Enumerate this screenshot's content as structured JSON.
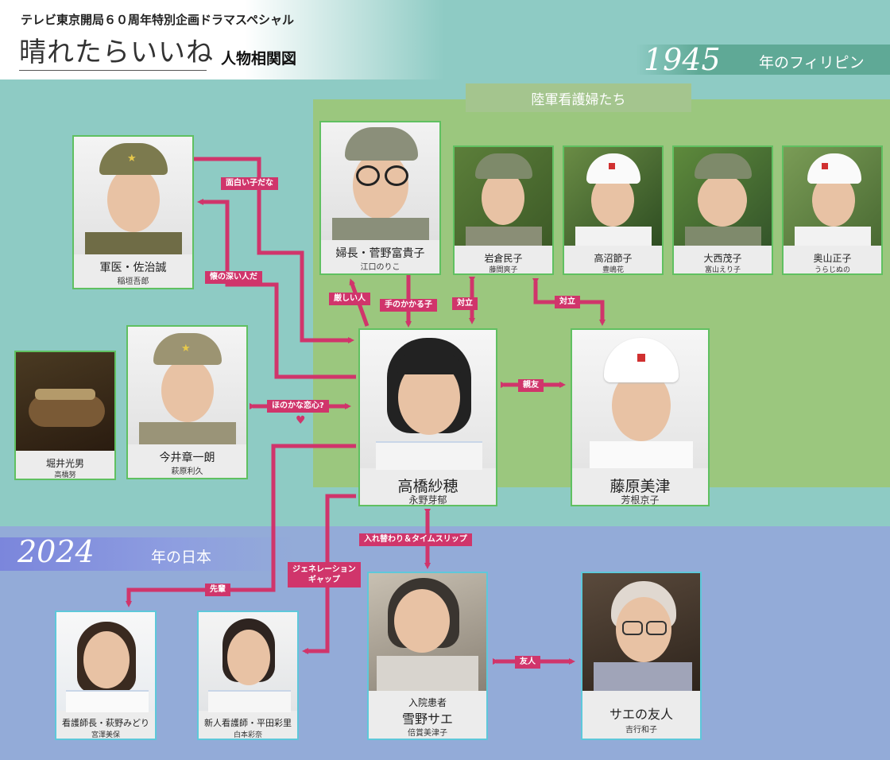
{
  "header": {
    "subtitle": "テレビ東京開局６０周年特別企画ドラマスペシャル",
    "title": "晴れたらいいね",
    "diagram_label": "人物相関図"
  },
  "eras": {
    "e1945": {
      "year": "1945",
      "text": "年のフィリピン"
    },
    "e2024": {
      "year": "2024",
      "text": "年の日本"
    }
  },
  "groups": {
    "army_nurses": "陸軍看護婦たち"
  },
  "characters": {
    "sata": {
      "role": "軍医・佐治誠",
      "actor": "稲垣吾郎"
    },
    "sugano": {
      "role": "婦長・菅野富貴子",
      "actor": "江口のりこ"
    },
    "iwakura": {
      "role": "岩倉民子",
      "actor": "藤間爽子"
    },
    "takanuma": {
      "role": "高沼節子",
      "actor": "豊嶋花"
    },
    "onishi": {
      "role": "大西茂子",
      "actor": "富山えり子"
    },
    "okuyama": {
      "role": "奥山正子",
      "actor": "うらじぬの"
    },
    "horii": {
      "role": "堀井光男",
      "actor": "高橋努"
    },
    "imai": {
      "role": "今井章一朗",
      "actor": "萩原利久"
    },
    "takahashi": {
      "role": "高橋紗穂",
      "actor": "永野芽郁"
    },
    "fujiwara": {
      "role": "藤原美津",
      "actor": "芳根京子"
    },
    "hagino": {
      "role": "看護師長・萩野みどり",
      "actor": "宮澤美保"
    },
    "hirata": {
      "role": "新人看護師・平田彩里",
      "actor": "白本彩奈"
    },
    "yukino": {
      "role_prefix": "入院患者",
      "role": "雪野サエ",
      "actor": "倍賞美津子"
    },
    "sae_friend": {
      "role": "サエの友人",
      "actor": "吉行和子"
    }
  },
  "relations": {
    "omoshiroi": "面白い子だな",
    "futokoro": "懐の深い人だ",
    "kibishii": "厳しい人",
    "tenokakaru": "手のかかる子",
    "tairitsu1": "対立",
    "tairitsu2": "対立",
    "shinyu": "親友",
    "honokana": "ほのかな恋心?",
    "irekawari": "入れ替わり＆タイムスリップ",
    "generation_1": "ジェネレーション",
    "generation_2": "ギャップ",
    "senpai": "先輩",
    "yujin": "友人"
  },
  "colors": {
    "accent": "#d0356b",
    "era1945_bg": "#8ecbc4",
    "era2024_bg": "#93abd8",
    "nurse_zone": "#9bc77e",
    "card_border_1945": "#60c061",
    "card_border_2024": "#5ec8da"
  }
}
